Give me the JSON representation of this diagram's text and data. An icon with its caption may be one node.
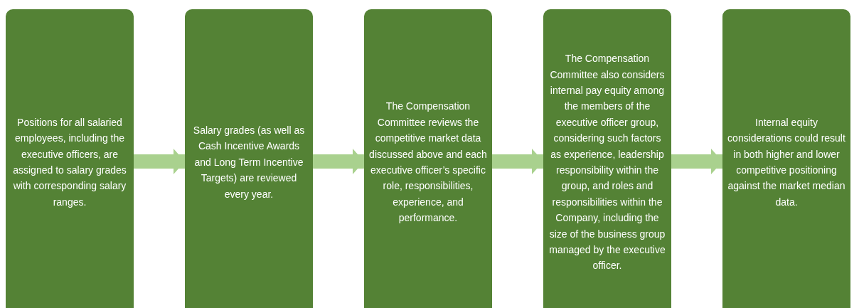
{
  "diagram": {
    "nodes": [
      {
        "text": [
          "Positions for all salaried employees, including the executive officers, are assigned to salary grades with corresponding salary ranges."
        ]
      },
      {
        "text": [
          "Salary grades (as well as Cash Incentive Awards and Long Term Incentive Targets) are reviewed every year."
        ]
      },
      {
        "text": [
          "The Compensation Committee reviews the competitive market data discussed above and each executive officer’s specific role, responsibilities, experience, and performance."
        ]
      },
      {
        "text": [
          "The Compensation Committee also considers internal pay equity among the members of the executive officer group, considering such factors as experience, leadership responsibility within the group, and roles and responsibilities within the Company, including the size of the business group managed by the executive officer."
        ]
      },
      {
        "text": [
          "Internal equity considerations could result in both higher and lower competitive positioning against the market median data."
        ]
      }
    ],
    "edges": [
      {
        "from": 0,
        "to": 1,
        "arrow": "to"
      },
      {
        "from": 1,
        "to": 2,
        "arrow": "to"
      },
      {
        "from": 2,
        "to": 3,
        "arrow": "to"
      },
      {
        "from": 3,
        "to": 4,
        "arrow": "to"
      }
    ]
  }
}
